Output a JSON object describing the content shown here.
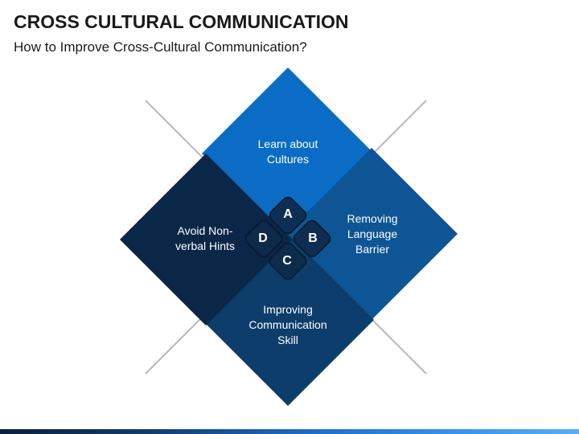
{
  "title": "CROSS CULTURAL COMMUNICATION",
  "subtitle": "How to Improve Cross-Cultural Communication?",
  "quadrants": [
    {
      "letter": "A",
      "label": "Learn about\nCultures",
      "color": "#0a6cc4"
    },
    {
      "letter": "B",
      "label": "Removing\nLanguage\nBarrier",
      "color": "#0d5595"
    },
    {
      "letter": "C",
      "label": "Improving\nCommunication\nSkill",
      "color": "#0c3d6b"
    },
    {
      "letter": "D",
      "label": "Avoid Non-\nverbal Hints",
      "color": "#0b2747"
    }
  ],
  "colors": {
    "center": "#0e2a4a",
    "center_border": "#08182c",
    "diagonal_line": "#b8b8b8",
    "text": "#ffffff"
  }
}
